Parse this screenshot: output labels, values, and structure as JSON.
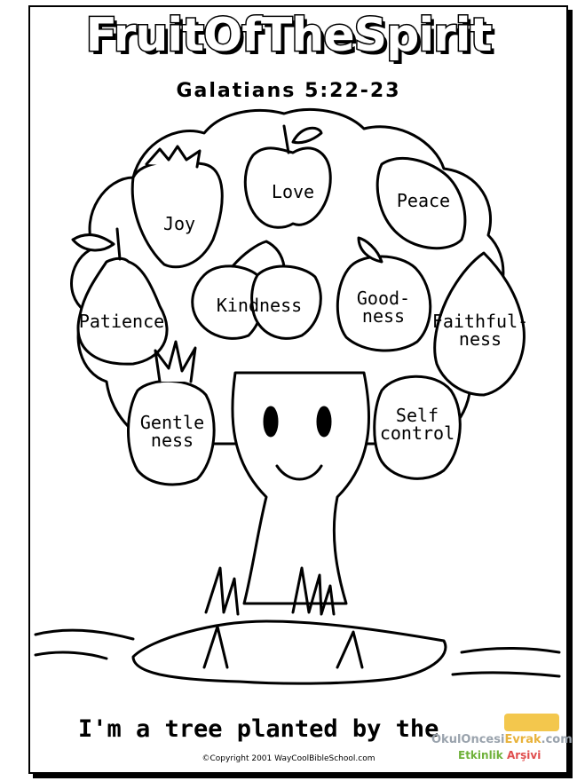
{
  "title": "FruitOfTheSpirit",
  "subtitle": "Galatians 5:22-23",
  "fruits": [
    {
      "label": "Joy"
    },
    {
      "label": "Love"
    },
    {
      "label": "Peace"
    },
    {
      "label": "Patience"
    },
    {
      "label": "Kindness"
    },
    {
      "label": "Good-",
      "label2": "ness"
    },
    {
      "label": "Faithful-",
      "label2": "ness"
    },
    {
      "label": "Gentle",
      "label2": "ness"
    },
    {
      "label": "Self",
      "label2": "control"
    }
  ],
  "caption": "I'm a tree planted by the",
  "copyright": "©Copyright 2001 WayCoolBibleSchool.com",
  "watermark": {
    "line1_a": "OkulOncesi",
    "line1_b": "Evrak",
    "line1_c": ".com",
    "line2_a": "Etkinlik",
    "line2_b": " Arşivi"
  }
}
